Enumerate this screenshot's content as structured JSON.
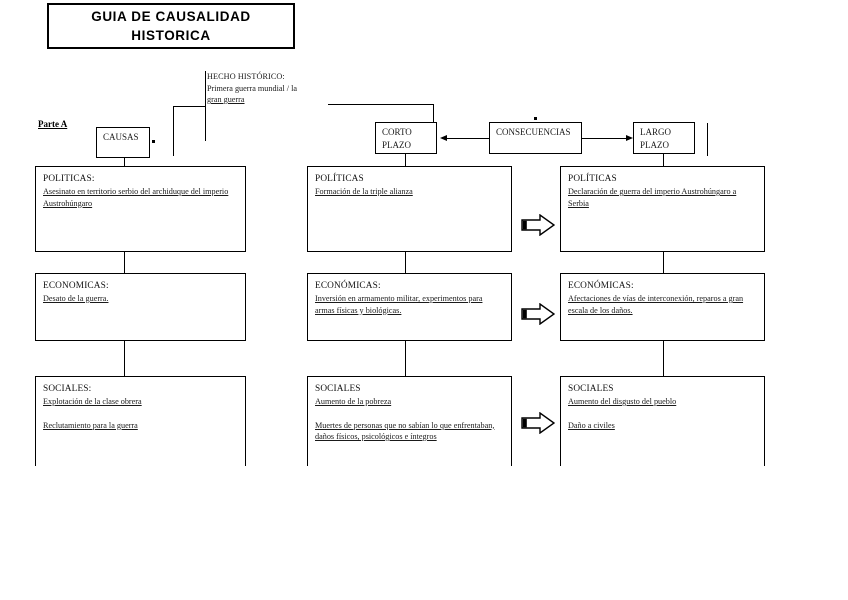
{
  "title": {
    "line1": "GUIA DE CAUSALIDAD",
    "line2": "HISTORICA"
  },
  "fact": {
    "label": "HECHO HISTÓRICO:",
    "text_line1": "Primera guerra mundial / la",
    "text_line2": "gran guerra"
  },
  "section": {
    "parte_label": "Parte A"
  },
  "headers": {
    "causas": "CAUSAS",
    "corto_plazo": "CORTO PLAZO",
    "consecuencias": "CONSECUENCIAS",
    "largo_plazo": "LARGO PLAZO"
  },
  "columns": [
    {
      "key": "causas",
      "rows": [
        {
          "category": "POLITICAS:",
          "items": [
            "Asesinato en territorio serbio del archiduque del imperio Austrohúngaro"
          ]
        },
        {
          "category": "ECONOMICAS:",
          "items": [
            "Desato de la guerra."
          ]
        },
        {
          "category": "SOCIALES:",
          "items": [
            "Explotación de la clase obrera",
            "Reclutamiento para la guerra"
          ]
        }
      ]
    },
    {
      "key": "corto_plazo",
      "rows": [
        {
          "category": "POLÍTICAS",
          "items": [
            "Formación de la triple alianza"
          ]
        },
        {
          "category": "ECONÓMICAS:",
          "items": [
            "Inversión en armamento militar, experimentos para armas físicas y biológicas."
          ]
        },
        {
          "category": "SOCIALES",
          "items": [
            "Aumento de la pobreza",
            "Muertes de personas que no sabían lo que enfrentaban, daños físicos, psicológicos e íntegros"
          ]
        }
      ]
    },
    {
      "key": "largo_plazo",
      "rows": [
        {
          "category": "POLÍTICAS",
          "items": [
            "Declaración de guerra del imperio Austrohúngaro a Serbia"
          ]
        },
        {
          "category": "ECONÓMICAS:",
          "items": [
            "Afectaciones de vías de interconexión, reparos a gran escala de los daños."
          ]
        },
        {
          "category": "SOCIALES",
          "items": [
            "Aumento del disgusto del pueblo",
            "Daño a civiles"
          ]
        }
      ]
    }
  ],
  "arrows": {
    "block_arrow_icon": "block-arrow-right",
    "consecuencias_to_corto": "arrow-left",
    "consecuencias_to_largo": "arrow-right"
  },
  "colors": {
    "ink": "#000000",
    "text": "#1a1a1a",
    "page": "#ffffff"
  }
}
